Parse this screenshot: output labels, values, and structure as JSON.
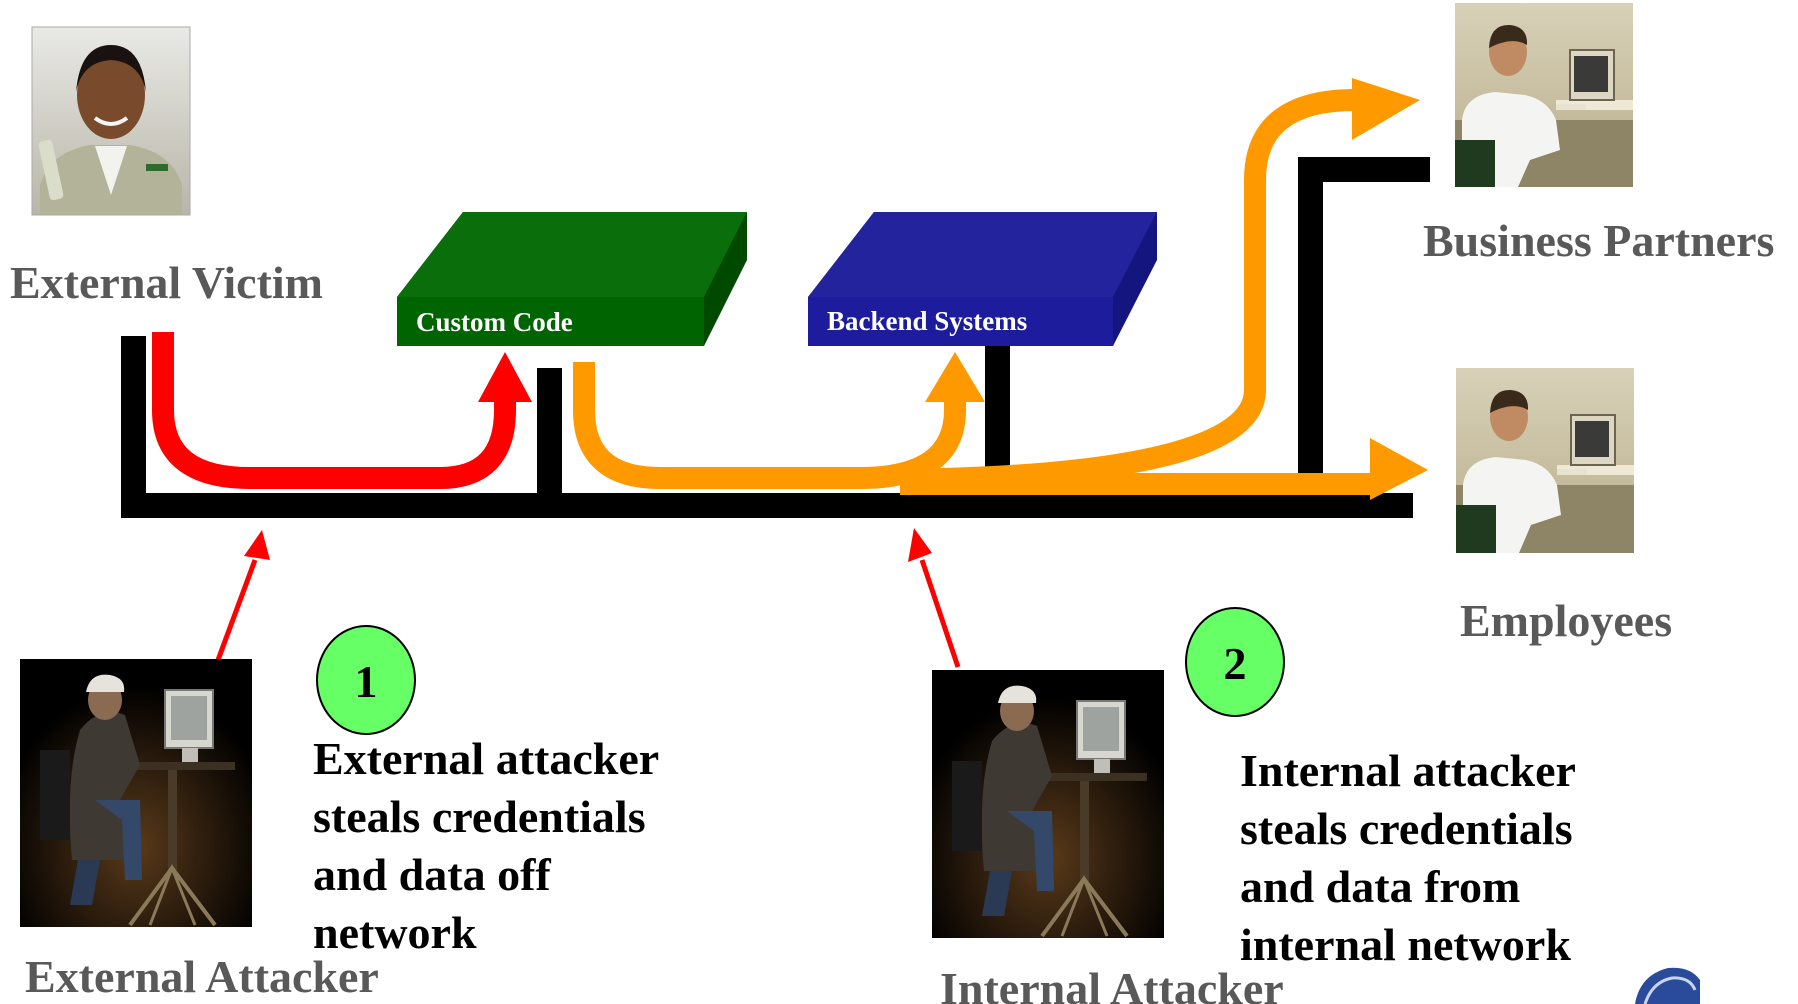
{
  "nodes": {
    "external_victim": "External Victim",
    "business_partners": "Business Partners",
    "employees": "Employees",
    "external_attacker": "External Attacker",
    "internal_attacker": "Internal Attacker"
  },
  "boxes": {
    "custom_code": "Custom Code",
    "backend_systems": "Backend Systems"
  },
  "steps": [
    {
      "number": "1",
      "text": "External attacker\nsteals credentials\nand data off\nnetwork"
    },
    {
      "number": "2",
      "text": "Internal attacker\nsteals credentials\nand data from\ninternal network"
    }
  ],
  "colors": {
    "custom_code_box": "#006400",
    "backend_box": "#1c1c9c",
    "attack_path": "#ff0000",
    "data_path": "#ff9900",
    "step_badge": "#66ff66",
    "node_label": "#595959"
  }
}
